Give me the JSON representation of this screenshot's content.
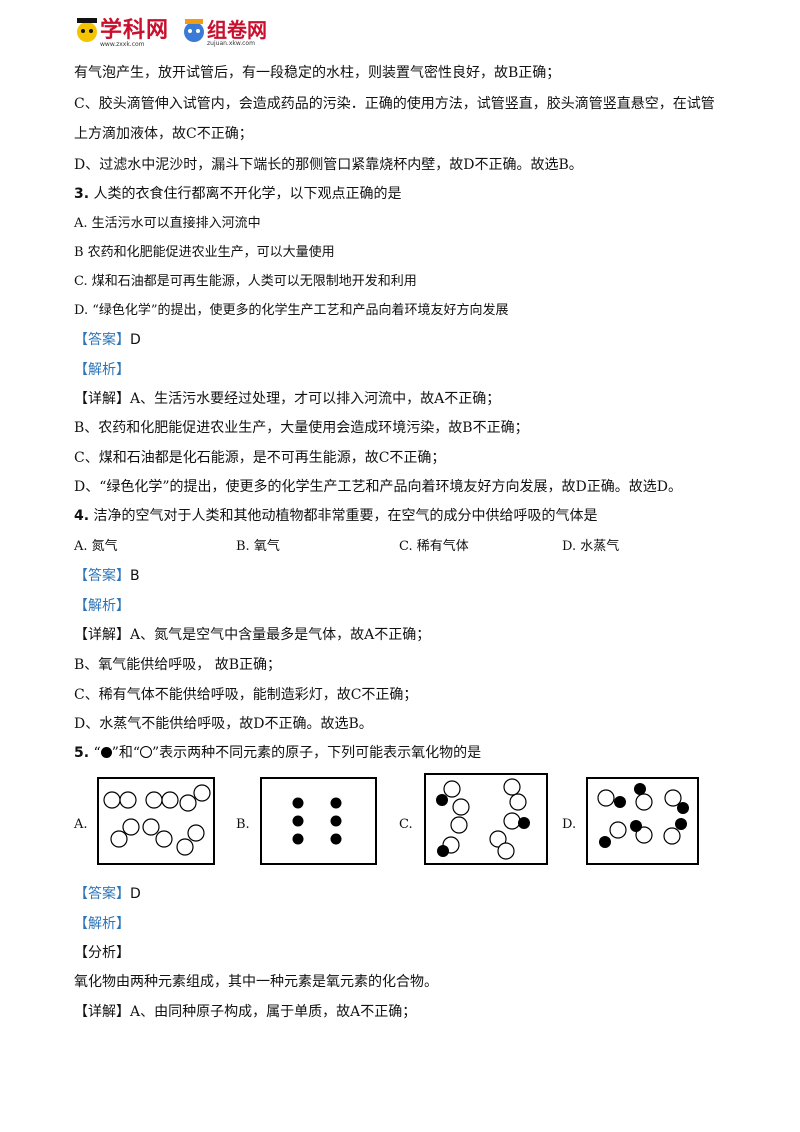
{
  "header": {
    "logo1_text": "学科网",
    "logo1_sub": "www.zxxk.com",
    "logo2_text": "组卷网",
    "logo2_sub": "zujuan.xkw.com"
  },
  "lines": {
    "l1": "有气泡产生，放开试管后，有一段稳定的水柱，则装置气密性良好，故B正确；",
    "l2": "C、胶头滴管伸入试管内，会造成药品的污染．正确的使用方法，试管竖直，胶头滴管竖直悬空，在试管",
    "l3": "上方滴加液体，故C不正确；",
    "l4": "D、过滤水中泥沙时，漏斗下端长的那侧管口紧靠烧杯内壁，故D不正确。故选B。"
  },
  "q3": {
    "num": "3.",
    "stem": "人类的衣食住行都离不开化学，以下观点正确的是",
    "optA": "A.   生活污水可以直接排入河流中",
    "optB": "B   农药和化肥能促进农业生产，可以大量使用",
    "optC": "C.   煤和石油都是可再生能源，人类可以无限制地开发和利用",
    "optD": "D.   “绿色化学”的提出，使更多的化学生产工艺和产品向着环境友好方向发展",
    "answer_label": "【答案】",
    "answer": "D",
    "analysis_label": "【解析】",
    "d1": "【详解】A、生活污水要经过处理，才可以排入河流中，故A不正确；",
    "d2": "B、农药和化肥能促进农业生产，大量使用会造成环境污染，故B不正确；",
    "d3": "C、煤和石油都是化石能源，是不可再生能源，故C不正确；",
    "d4": "D、“绿色化学”的提出，使更多的化学生产工艺和产品向着环境友好方向发展，故D正确。故选D。"
  },
  "q4": {
    "num": "4.",
    "stem": "洁净的空气对于人类和其他动植物都非常重要，在空气的成分中供给呼吸的气体是",
    "optA": "A.   氮气",
    "optB": "B.   氧气",
    "optC": "C.   稀有气体",
    "optD": "D.   水蒸气",
    "answer_label": "【答案】",
    "answer": "B",
    "analysis_label": "【解析】",
    "d1": "【详解】A、氮气是空气中含量最多是气体，故A不正确；",
    "d2": "B、氧气能供给呼吸，       故B正确；",
    "d3": "C、稀有气体不能供给呼吸，能制造彩灯，故C不正确；",
    "d4": "D、水蒸气不能供给呼吸，故D不正确。故选B。"
  },
  "q5": {
    "num": "5.",
    "stem_a": "“",
    "stem_b": "”和“",
    "stem_c": "”表示两种不同元素的原子，下列可能表示氧化物的是",
    "labelA": "A.",
    "labelB": "B.",
    "labelC": "C.",
    "labelD": "D.",
    "answer_label": "【答案】",
    "answer": "D",
    "analysis_label": "【解析】",
    "fenxi_label": "【分析】",
    "fenxi": "氧化物由两种元素组成，其中一种元素是氧元素的化合物。",
    "d1": "【详解】A、由同种原子构成，属于单质，故A不正确；"
  }
}
